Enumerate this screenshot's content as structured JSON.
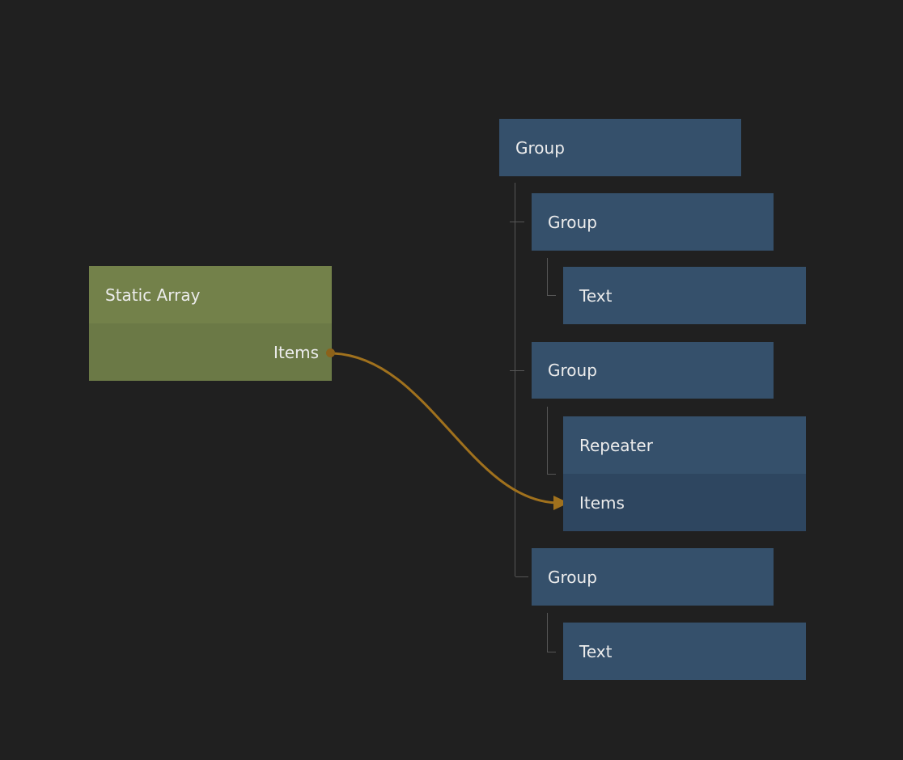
{
  "colors": {
    "background": "#202020",
    "blue_node": "#35506b",
    "blue_node_input_row": "#2e4660",
    "green_node_header": "#73814a",
    "green_node_body": "#6b7946",
    "wire": "#a0711d",
    "port_dot": "#8c621a",
    "guide_line": "#565656",
    "label_text": "#ececec"
  },
  "static_array_node": {
    "title": "Static Array",
    "output_port_label": "Items"
  },
  "tree_nodes": {
    "root_group": "Group",
    "child_group_1": "Group",
    "text_1": "Text",
    "child_group_2": "Group",
    "repeater": "Repeater",
    "repeater_input_port": "Items",
    "child_group_3": "Group",
    "text_2": "Text"
  },
  "connection": {
    "from_node": "Static Array",
    "from_port": "Items",
    "to_node": "Repeater",
    "to_port": "Items"
  }
}
